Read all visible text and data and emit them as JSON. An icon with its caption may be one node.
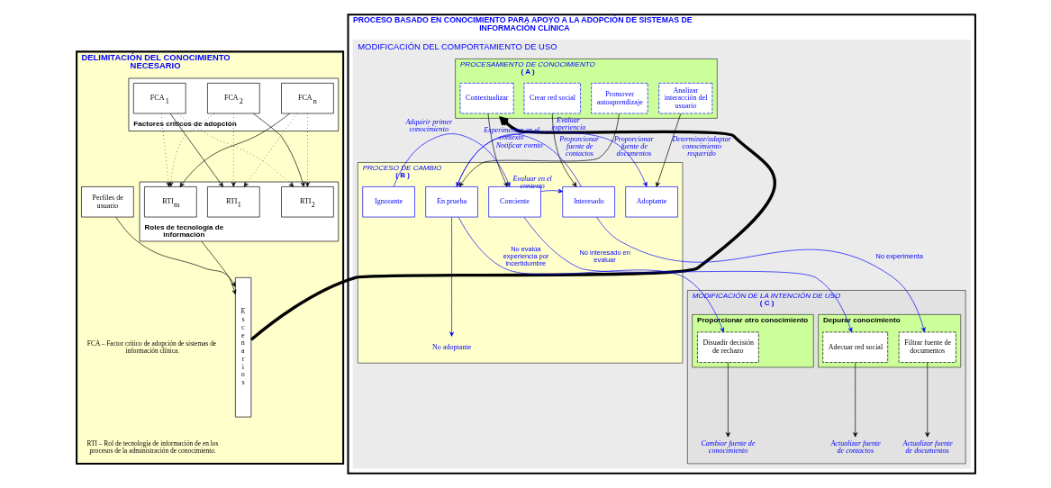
{
  "diagram": {
    "nodes": [
      {
        "text": [
          "DELIMITACIÓN DEL CONOCIMIENTO NECESARIO"
        ]
      },
      {
        "text": [
          "Factores críticos de adopción"
        ],
        "in": 0
      },
      {
        "text": [
          "FCA$_{1}$"
        ],
        "in": 1
      },
      {
        "text": [
          "FCA$_{2}$"
        ],
        "in": 1
      },
      {
        "text": [
          "FCA$_{n}$"
        ],
        "in": 1
      },
      {
        "text": [
          "Roles de tecnología de información"
        ],
        "in": 0
      },
      {
        "text": [
          "RTI$_{1}$"
        ],
        "in": 5
      },
      {
        "text": [
          "RTI$_{2}$"
        ],
        "in": 5
      },
      {
        "text": [
          "RTI$_{m}$"
        ],
        "in": 5
      },
      {
        "text": [
          "Escenarios"
        ],
        "in": 0
      },
      {
        "text": [
          "Perfiles de usuario"
        ],
        "in": 0
      },
      {
        "text": [
          "PROCESO BASADO EN CONOCIMIENTO PARA APOYO A LA ADOPCIÓN DE SISTEMAS DE INFORMACIÓN CLÍNICA"
        ]
      },
      {
        "text": [
          "MODIFICACIÓN DEL COMPORTAMIENTO DE USO"
        ],
        "in": 11
      },
      {
        "text": [
          "PROCESAMIENTO DE CONOCIMIENTO",
          "( A )"
        ],
        "in": 12
      },
      {
        "text": [
          "Contextualizar"
        ],
        "in": 13
      },
      {
        "text": [
          "Crear red social"
        ],
        "in": 13
      },
      {
        "text": [
          "Promover autoaprendizaje"
        ],
        "in": 13
      },
      {
        "text": [
          "Analizar interacción del usuario"
        ],
        "in": 13
      },
      {
        "text": [
          "PROCESO DE CAMBIO",
          "( B )"
        ],
        "in": 12
      },
      {
        "text": [
          "Ignorante"
        ],
        "in": 18
      },
      {
        "text": [
          "Conciente"
        ],
        "in": 18
      },
      {
        "text": [
          "Interesado"
        ],
        "in": 18
      },
      {
        "text": [
          "En prueba"
        ],
        "in": 18
      },
      {
        "text": [
          "Adoptante"
        ],
        "in": 18
      },
      {
        "text": [
          "No adoptante"
        ],
        "in": 18
      },
      {
        "text": [
          "MODIFICACIÓN DE LA INTENCIÓN DE USO",
          "( C )"
        ],
        "in": 12
      },
      {
        "text": [
          "Depurar conocimiento"
        ],
        "in": 25
      },
      {
        "text": [
          "Adecuar red social"
        ],
        "in": 26
      },
      {
        "text": [
          "Filtrar fuente de documentos"
        ],
        "in": 26
      },
      {
        "text": [
          "Proporcionar otro conocimiento"
        ],
        "in": 25
      },
      {
        "text": [
          "Disuadir decisión de rechazo"
        ],
        "in": 29
      },
      {
        "text": [
          "Actualizar fuente de contactos"
        ],
        "in": 25
      },
      {
        "text": [
          "Actualizar fuente de documentos"
        ],
        "in": 25
      },
      {
        "text": [
          "Cambiar fuente de conocimiento"
        ],
        "in": 25
      }
    ],
    "edges": [
      {
        "from": 2,
        "to": 6,
        "arrow": "to"
      },
      {
        "from": 3,
        "to": 7,
        "arrow": "to"
      },
      {
        "from": 4,
        "to": 8,
        "arrow": "to"
      },
      {
        "from": 2,
        "to": 7,
        "arrow": "to",
        "style": "dashed"
      },
      {
        "from": 2,
        "to": 8,
        "arrow": "to",
        "style": "dashed"
      },
      {
        "from": 3,
        "to": 6,
        "arrow": "to",
        "style": "dashed"
      },
      {
        "from": 3,
        "to": 8,
        "arrow": "to",
        "style": "dashed"
      },
      {
        "from": 4,
        "to": 6,
        "arrow": "to",
        "style": "dashed"
      },
      {
        "from": 4,
        "to": 7,
        "arrow": "to",
        "style": "dashed"
      },
      {
        "from": 5,
        "to": 9,
        "arrow": "to"
      },
      {
        "from": 10,
        "to": 9,
        "arrow": "to"
      },
      {
        "from": 9,
        "to": 13,
        "arrow": "to",
        "style": "thick"
      },
      {
        "from": 14,
        "to": 20,
        "arrow": "to",
        "label": "Notificar evento"
      },
      {
        "from": 15,
        "to": 21,
        "arrow": "to",
        "label": "Proporcionar fuente de contactos"
      },
      {
        "from": 16,
        "to": 22,
        "arrow": "to",
        "label": "Proporcionar fuente de documentos"
      },
      {
        "from": 17,
        "to": 23,
        "arrow": "to",
        "label": "Determinar/adaptar conocimiento requerido"
      },
      {
        "from": 19,
        "to": 20,
        "arrow": "to",
        "label": "Adquirir primer conocimiento",
        "color": "#0000ff"
      },
      {
        "from": 20,
        "to": 21,
        "arrow": "to",
        "label": "Evaluar en el contexto",
        "color": "#0000ff"
      },
      {
        "from": 21,
        "to": 22,
        "arrow": "to",
        "label": "Experimentar en el contexto",
        "color": "#0000ff"
      },
      {
        "from": 22,
        "to": 23,
        "arrow": "to",
        "label": "Evaluar experiencia",
        "color": "#0000ff"
      },
      {
        "from": 20,
        "to": 27,
        "arrow": "to",
        "label": "No interesado en evaluar",
        "color": "#0000ff"
      },
      {
        "from": 21,
        "to": 28,
        "arrow": "to",
        "label": "No experimenta",
        "color": "#0000ff"
      },
      {
        "from": 22,
        "to": 30,
        "arrow": "to",
        "label": "No evalúa experiencia por incertidumbre",
        "color": "#0000ff"
      },
      {
        "from": 22,
        "to": 24,
        "arrow": "to",
        "color": "#0000ff"
      },
      {
        "from": 27,
        "to": 31,
        "arrow": "to"
      },
      {
        "from": 28,
        "to": 32,
        "arrow": "to"
      },
      {
        "from": 30,
        "to": 33,
        "arrow": "to"
      }
    ],
    "labels": [
      "FCA – Factor crítico de adopción de sistemas de información clínica.",
      "RTI – Rol de tecnología de información de en los procesos de la administración de conocimiento."
    ]
  }
}
